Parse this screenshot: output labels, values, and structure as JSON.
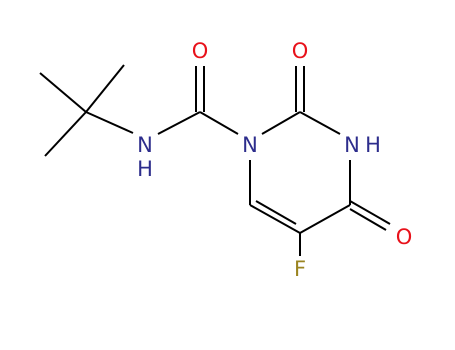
{
  "molecule": {
    "atoms": {
      "carbonyl_o_amide": "O",
      "carbonyl_o_c2": "O",
      "carbonyl_o_c4": "O",
      "nh_amide": "N",
      "nh_amide_h": "H",
      "ring_n1": "N",
      "ring_n3": "N",
      "ring_n3_h": "H",
      "fluorine": "F"
    },
    "colors": {
      "bond": "#000000",
      "nitrogen": "#2d2d8c",
      "oxygen": "#e8111a",
      "fluorine": "#9a8420"
    }
  }
}
